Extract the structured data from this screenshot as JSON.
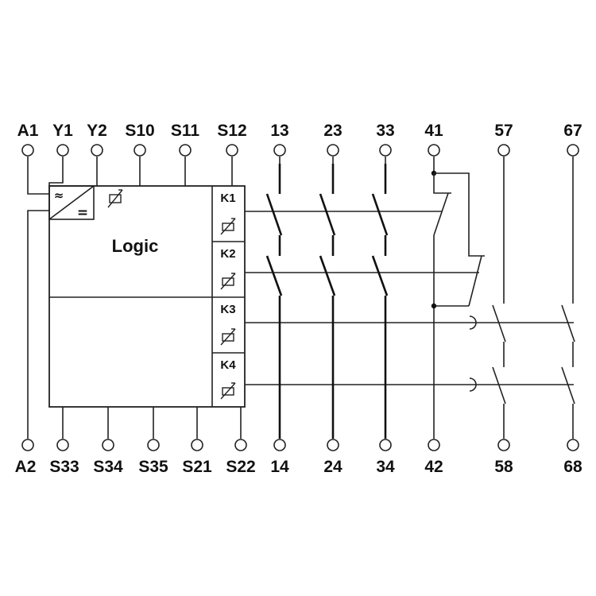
{
  "diagram": {
    "logic_label": "Logic",
    "power_symbols": {
      "ac": "≈",
      "dc": "="
    },
    "top_terminals": [
      "A1",
      "Y1",
      "Y2",
      "S10",
      "S11",
      "S12",
      "13",
      "23",
      "33",
      "41",
      "57",
      "67"
    ],
    "bottom_terminals": [
      "A2",
      "S33",
      "S34",
      "S35",
      "S21",
      "S22",
      "14",
      "24",
      "34",
      "42",
      "58",
      "68"
    ],
    "relays": [
      "K1",
      "K2",
      "K3",
      "K4"
    ]
  }
}
